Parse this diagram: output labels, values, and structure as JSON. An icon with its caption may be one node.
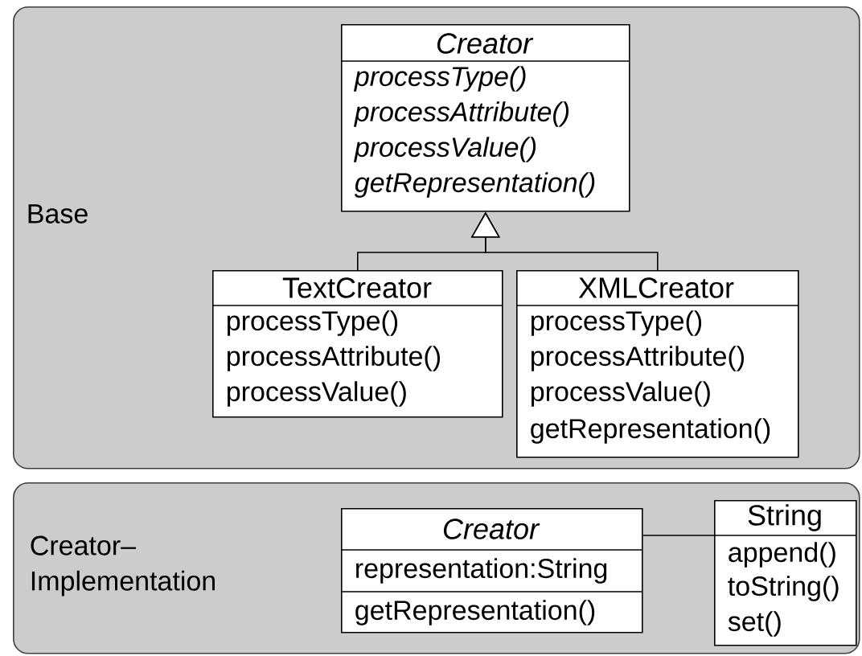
{
  "diagram": {
    "nodes": [
      {
        "text": [
          "Base"
        ]
      },
      {
        "text": [
          "Creator",
          "processType()",
          "processAttribute()",
          "processValue()",
          "getRepresentation()"
        ],
        "in": 0
      },
      {
        "text": [
          "TextCreator",
          "processType()",
          "processAttribute()",
          "processValue()"
        ],
        "in": 0
      },
      {
        "text": [
          "XMLCreator",
          "processType()",
          "processAttribute()",
          "processValue()",
          "getRepresentation()"
        ],
        "in": 0
      },
      {
        "text": [
          "Creator– Implementation"
        ]
      },
      {
        "text": [
          "Creator",
          "representation:String",
          "getRepresentation()"
        ],
        "in": 4
      },
      {
        "text": [
          "String",
          "append()",
          "toString()",
          "set()"
        ],
        "in": 4
      }
    ],
    "edges": [
      {
        "from": 2,
        "to": 1,
        "arrow": "to"
      },
      {
        "from": 3,
        "to": 1,
        "arrow": "to"
      },
      {
        "from": 5,
        "to": 6,
        "arrow": "none"
      }
    ]
  }
}
